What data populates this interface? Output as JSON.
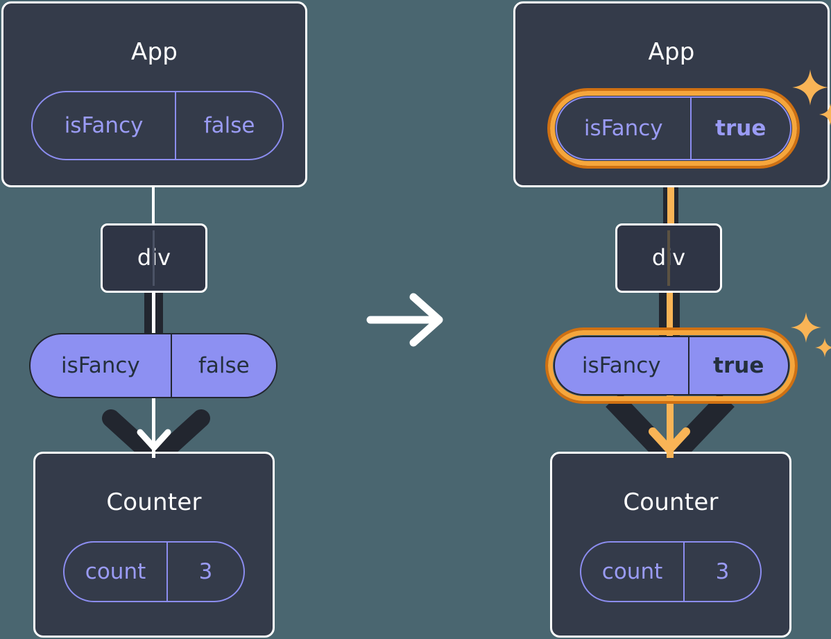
{
  "diagram": {
    "kind": "react-state-propagation",
    "transition_icon": "right-arrow-icon",
    "panels": [
      {
        "side": "before",
        "highlighted": false,
        "app": {
          "title": "App",
          "state_pill": {
            "key": "isFancy",
            "value": "false",
            "bold_value": false,
            "highlighted": false
          }
        },
        "div": {
          "title": "div"
        },
        "props_pill": {
          "key": "isFancy",
          "value": "false",
          "bold_value": false,
          "highlighted": false
        },
        "counter": {
          "title": "Counter",
          "state_pill": {
            "key": "count",
            "value": "3",
            "bold_value": false,
            "highlighted": false
          }
        },
        "arrow_color_name": "white",
        "sparkles": false
      },
      {
        "side": "after",
        "highlighted": true,
        "app": {
          "title": "App",
          "state_pill": {
            "key": "isFancy",
            "value": "true",
            "bold_value": true,
            "highlighted": true
          }
        },
        "div": {
          "title": "div"
        },
        "props_pill": {
          "key": "isFancy",
          "value": "true",
          "bold_value": true,
          "highlighted": true
        },
        "counter": {
          "title": "Counter",
          "state_pill": {
            "key": "count",
            "value": "3",
            "bold_value": false,
            "highlighted": false
          }
        },
        "arrow_color_name": "orange",
        "sparkles": true
      }
    ]
  },
  "colors": {
    "background": "#4a6670",
    "component_box": "#343b4a",
    "div_box": "#2f3545",
    "box_border": "#ffffff",
    "pill_outline": "#8c8df0",
    "pill_outline_text": "#9a9bf5",
    "pill_solid_fill": "#8d90f2",
    "pill_solid_text": "#24303d",
    "pill_solid_border": "#22262f",
    "highlight_ring_inner": "#f6a63c",
    "highlight_ring_outer": "#cf7012",
    "sparkle": "#f9b456",
    "wire_dark": "#22262f",
    "wire_white": "#ffffff",
    "wire_orange": "#f9b456"
  }
}
